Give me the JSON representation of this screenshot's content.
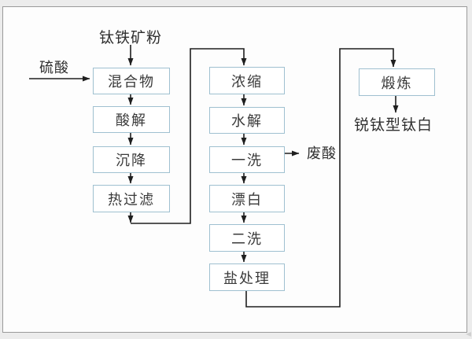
{
  "diagram": {
    "type": "flowchart",
    "subject": "titanium-white-sulfate-process-flow",
    "colors": {
      "box_border": "#9fc0d0",
      "box_fill": "#ffffff",
      "line": "#1f1f1f",
      "text": "#3a3a3a",
      "frame_border": "#9a9a9a",
      "outer_background": "#ececec",
      "inner_background": "#fdfdfd"
    },
    "nodes": {
      "ore": {
        "label": "钛铁矿粉",
        "kind": "input-label"
      },
      "sulfuric_acid": {
        "label": "硫酸",
        "kind": "input-label"
      },
      "mixture": {
        "label": "混合物",
        "kind": "process-box"
      },
      "acidolysis": {
        "label": "酸解",
        "kind": "process-box"
      },
      "sedimentation": {
        "label": "沉降",
        "kind": "process-box"
      },
      "hot_filtration": {
        "label": "热过滤",
        "kind": "process-box"
      },
      "concentration": {
        "label": "浓缩",
        "kind": "process-box"
      },
      "hydrolysis": {
        "label": "水解",
        "kind": "process-box"
      },
      "first_wash": {
        "label": "一洗",
        "kind": "process-box"
      },
      "waste_acid": {
        "label": "废酸",
        "kind": "output-label"
      },
      "bleaching": {
        "label": "漂白",
        "kind": "process-box"
      },
      "second_wash": {
        "label": "二洗",
        "kind": "process-box"
      },
      "salt_treatment": {
        "label": "盐处理",
        "kind": "process-box"
      },
      "calcination": {
        "label": "煅炼",
        "kind": "process-box"
      },
      "product": {
        "label": "锐钛型钛白",
        "kind": "output-label"
      }
    },
    "edges": [
      {
        "from": "ore",
        "to": "mixture"
      },
      {
        "from": "sulfuric_acid",
        "to": "mixture"
      },
      {
        "from": "mixture",
        "to": "acidolysis"
      },
      {
        "from": "acidolysis",
        "to": "sedimentation"
      },
      {
        "from": "sedimentation",
        "to": "hot_filtration"
      },
      {
        "from": "hot_filtration",
        "to": "concentration"
      },
      {
        "from": "concentration",
        "to": "hydrolysis"
      },
      {
        "from": "hydrolysis",
        "to": "first_wash"
      },
      {
        "from": "first_wash",
        "to": "waste_acid"
      },
      {
        "from": "first_wash",
        "to": "bleaching"
      },
      {
        "from": "bleaching",
        "to": "second_wash"
      },
      {
        "from": "second_wash",
        "to": "salt_treatment"
      },
      {
        "from": "salt_treatment",
        "to": "calcination"
      },
      {
        "from": "calcination",
        "to": "product"
      }
    ]
  }
}
